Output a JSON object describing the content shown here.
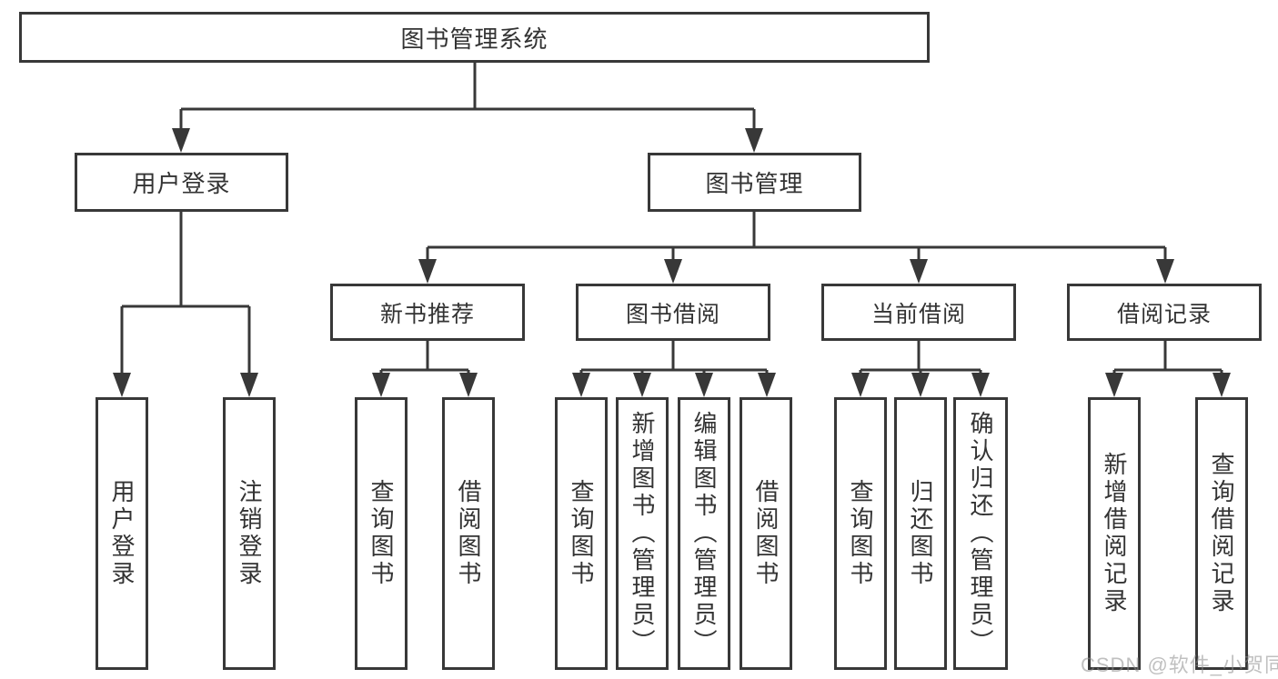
{
  "diagram": {
    "root": "图书管理系统",
    "branches": [
      {
        "label": "用户登录",
        "children": [
          "用户登录",
          "注销登录"
        ]
      },
      {
        "label": "图书管理",
        "children": [
          {
            "label": "新书推荐",
            "children": [
              "查询图书",
              "借阅图书"
            ]
          },
          {
            "label": "图书借阅",
            "children": [
              "查询图书",
              "新增图书（管理员）",
              "编辑图书（管理员）",
              "借阅图书"
            ]
          },
          {
            "label": "当前借阅",
            "children": [
              "查询图书",
              "归还图书",
              "确认归还（管理员）"
            ]
          },
          {
            "label": "借阅记录",
            "children": [
              "新增借阅记录",
              "查询借阅记录"
            ]
          }
        ]
      }
    ]
  },
  "watermark": "CSDN @软件_小贺同学",
  "colors": {
    "line": "#383838",
    "text": "#333333",
    "watermark": "#8c8c8c"
  }
}
